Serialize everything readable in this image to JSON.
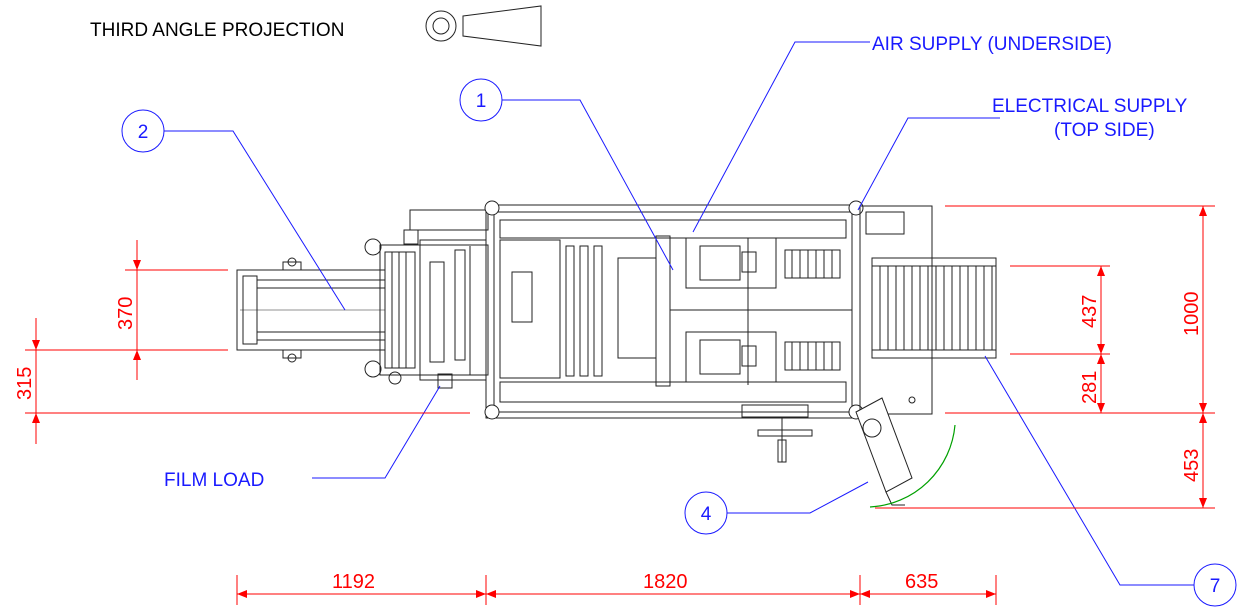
{
  "header": {
    "projection_label": "THIRD ANGLE PROJECTION"
  },
  "callouts": {
    "air_supply": "AIR SUPPLY (UNDERSIDE)",
    "electrical_supply_line1": "ELECTRICAL SUPPLY",
    "electrical_supply_line2": "(TOP SIDE)",
    "film_load": "FILM LOAD"
  },
  "balloons": {
    "b1": "1",
    "b2": "2",
    "b4": "4",
    "b7": "7"
  },
  "dimensions": {
    "left_370": "370",
    "left_315": "315",
    "right_437": "437",
    "right_281": "281",
    "right_1000": "1000",
    "right_453": "453",
    "bottom_1192": "1192",
    "bottom_1820": "1820",
    "bottom_635": "635"
  },
  "colors": {
    "callout_blue": "#1a1aff",
    "dimension_red": "#ff0000",
    "swing_green": "#00a000",
    "machine_line": "#222222"
  }
}
